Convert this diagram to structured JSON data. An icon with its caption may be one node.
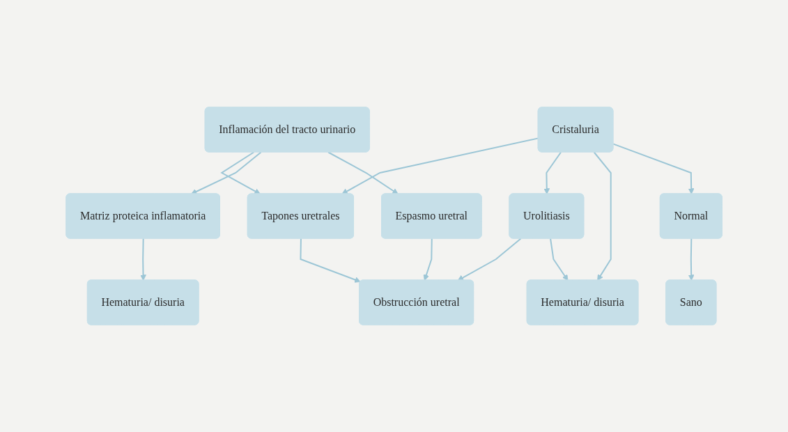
{
  "diagram": {
    "nodes": [
      {
        "text": [
          "Inflamación del tracto urinario"
        ]
      },
      {
        "text": [
          "Cristaluria"
        ]
      },
      {
        "text": [
          "Tapones uretrales"
        ]
      },
      {
        "text": [
          "Matriz proteica inflamatoria"
        ]
      },
      {
        "text": [
          "Espasmo uretral"
        ]
      },
      {
        "text": [
          "Urolitiasis"
        ]
      },
      {
        "text": [
          "Normal"
        ]
      },
      {
        "text": [
          "Hematuria/ disuria"
        ]
      },
      {
        "text": [
          "Obstrucción uretral"
        ]
      },
      {
        "text": [
          "Hematuria/ disuria"
        ]
      },
      {
        "text": [
          "Sano"
        ]
      }
    ],
    "edges": [
      {
        "from": 0,
        "to": 2,
        "arrow": "to"
      },
      {
        "from": 0,
        "to": 3,
        "arrow": "to"
      },
      {
        "from": 0,
        "to": 4,
        "arrow": "to"
      },
      {
        "from": 1,
        "to": 2,
        "arrow": "to"
      },
      {
        "from": 1,
        "to": 5,
        "arrow": "to"
      },
      {
        "from": 1,
        "to": 9,
        "arrow": "to"
      },
      {
        "from": 1,
        "to": 6,
        "arrow": "to"
      },
      {
        "from": 3,
        "to": 7,
        "arrow": "to"
      },
      {
        "from": 4,
        "to": 8,
        "arrow": "to"
      },
      {
        "from": 2,
        "to": 8,
        "arrow": "to"
      },
      {
        "from": 5,
        "to": 8,
        "arrow": "to"
      },
      {
        "from": 5,
        "to": 9,
        "arrow": "to"
      },
      {
        "from": 6,
        "to": 10,
        "arrow": "to"
      }
    ]
  }
}
